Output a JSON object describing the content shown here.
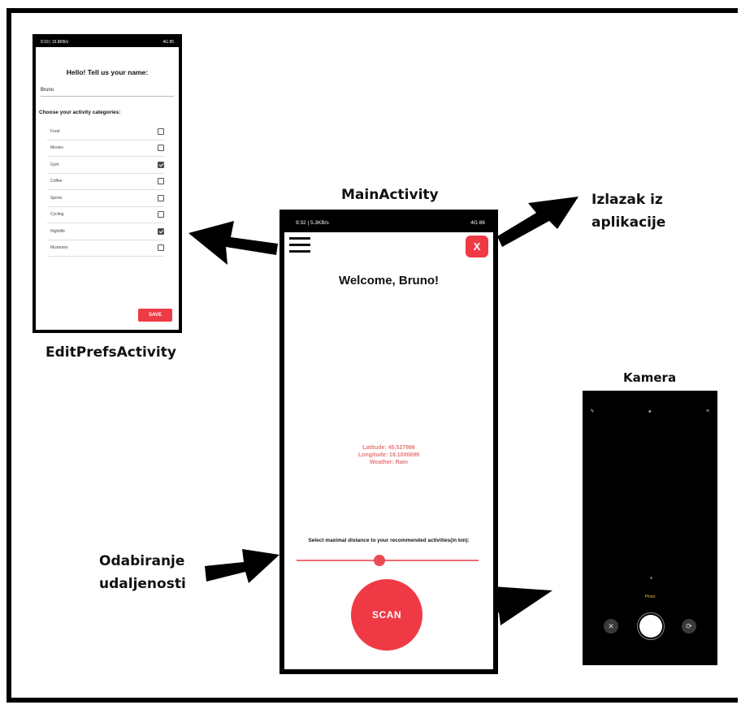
{
  "labels": {
    "main_activity": "MainActivity",
    "edit_prefs_activity": "EditPrefsActivity",
    "exit_line1": "Izlazak iz",
    "exit_line2": "aplikacije",
    "camera": "Kamera",
    "distance_line1": "Odabiranje",
    "distance_line2": "udaljenosti"
  },
  "edit_prefs": {
    "status_time": "9:33 | 16.8KB/s",
    "status_right": "4G 85",
    "title": "Hello! Tell us your name:",
    "name_value": "Bruno",
    "categories_title": "Choose your activity categories:",
    "categories": [
      {
        "label": "Food",
        "checked": false
      },
      {
        "label": "Movies",
        "checked": false
      },
      {
        "label": "Gym",
        "checked": true
      },
      {
        "label": "Coffee",
        "checked": false
      },
      {
        "label": "Sports",
        "checked": false
      },
      {
        "label": "Cycling",
        "checked": false
      },
      {
        "label": "Nightlife",
        "checked": true
      },
      {
        "label": "Museums",
        "checked": false
      }
    ],
    "save_label": "SAVE"
  },
  "main": {
    "status_time": "9:32 | 5.3KB/s",
    "status_right": "4G 86",
    "close_label": "X",
    "welcome": "Welcome, Bruno!",
    "latitude": "Latitude: 45.527986",
    "longitude": "Longitude: 18.1000699",
    "weather": "Weather: Rain",
    "distance_label": "Select maximal distance to your recommended activities(in km):",
    "slider_fraction": 0.45,
    "scan_label": "SCAN"
  },
  "camera": {
    "mode_label": "Photo"
  },
  "colors": {
    "accent": "#ef3a45",
    "location_text": "#e77a7a",
    "camera_mode": "#e2b93a"
  }
}
